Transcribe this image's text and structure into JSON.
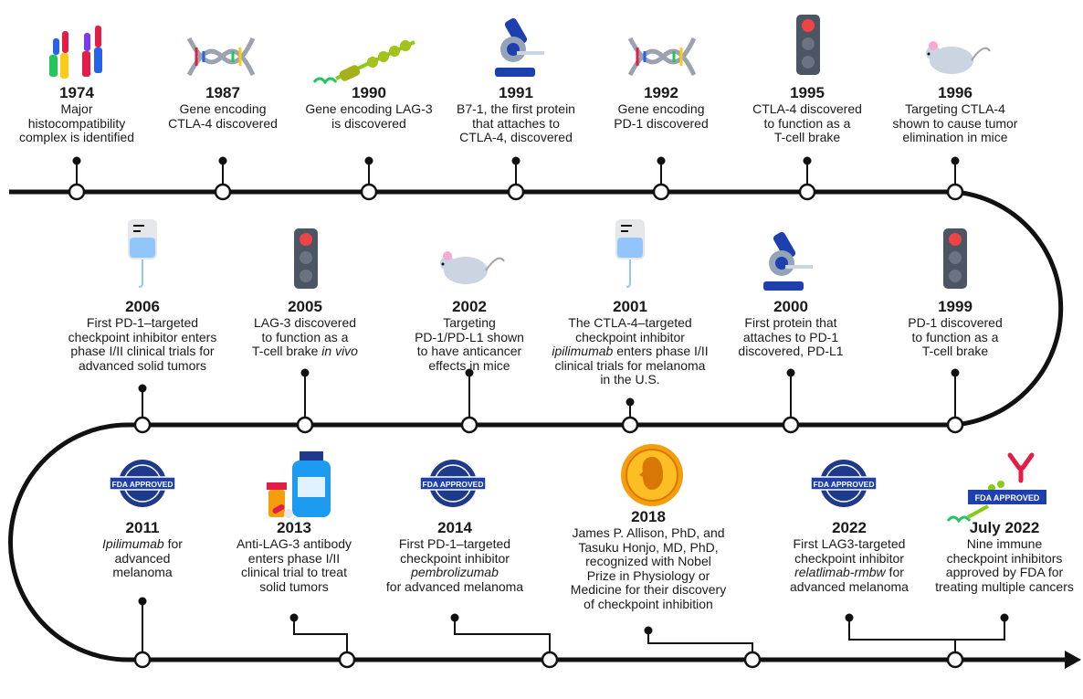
{
  "accent_color": "#e11d48",
  "line_color": "#111111",
  "seal_label": "FDA APPROVED",
  "events": [
    {
      "year": "1974",
      "desc": [
        "Major",
        "histocompatibility",
        "complex is identified"
      ],
      "icon": "antibody-icon"
    },
    {
      "year": "1987",
      "desc": [
        "Gene encoding",
        "CTLA-4 discovered"
      ],
      "icon": "dna-icon"
    },
    {
      "year": "1990",
      "desc": [
        "Gene encoding LAG-3",
        "is discovered"
      ],
      "icon": "protein-chain-icon"
    },
    {
      "year": "1991",
      "desc": [
        "B7-1, the first protein",
        "that attaches to",
        "CTLA-4, discovered"
      ],
      "icon": "microscope-icon"
    },
    {
      "year": "1992",
      "desc": [
        "Gene encoding",
        "PD-1 discovered"
      ],
      "icon": "dna-icon"
    },
    {
      "year": "1995",
      "desc": [
        "CTLA-4 discovered",
        "to function as a",
        "T-cell brake"
      ],
      "icon": "traffic-light-icon"
    },
    {
      "year": "1996",
      "desc": [
        "Targeting CTLA-4",
        "shown to cause tumor",
        "elimination in mice"
      ],
      "icon": "mouse-icon"
    },
    {
      "year": "2006",
      "desc": [
        "First PD-1–targeted",
        "checkpoint inhibitor enters",
        "phase I/II clinical trials for",
        "advanced solid tumors"
      ],
      "icon": "iv-bag-icon"
    },
    {
      "year": "2005",
      "desc": [
        "LAG-3 discovered",
        "to function as a",
        "T-cell brake in vivo"
      ],
      "icon": "traffic-light-icon"
    },
    {
      "year": "2002",
      "desc": [
        "Targeting",
        "PD-1/PD-L1 shown",
        "to have anticancer",
        "effects in mice"
      ],
      "icon": "mouse-icon"
    },
    {
      "year": "2001",
      "desc": [
        "The CTLA-4–targeted",
        "checkpoint inhibitor",
        "ipilimumab enters phase I/II",
        "clinical trials for melanoma",
        "in the U.S."
      ],
      "icon": "iv-bag-icon"
    },
    {
      "year": "2000",
      "desc": [
        "First protein that",
        "attaches to PD-1",
        "discovered, PD-L1"
      ],
      "icon": "microscope-icon"
    },
    {
      "year": "1999",
      "desc": [
        "PD-1 discovered",
        "to function as a",
        "T-cell brake"
      ],
      "icon": "traffic-light-icon"
    },
    {
      "year": "2011",
      "desc": [
        "Ipilimumab for",
        "advanced",
        "melanoma"
      ],
      "icon": "fda-seal-icon"
    },
    {
      "year": "2013",
      "desc": [
        "Anti-LAG-3 antibody",
        "enters phase I/II",
        "clinical trial to treat",
        "solid tumors"
      ],
      "icon": "medicine-bottles-icon"
    },
    {
      "year": "2014",
      "desc": [
        "First PD-1–targeted",
        "checkpoint inhibitor",
        "pembrolizumab",
        "for advanced melanoma"
      ],
      "icon": "fda-seal-icon"
    },
    {
      "year": "2018",
      "desc": [
        "James P. Allison, PhD, and",
        "Tasuku Honjo, MD, PhD,",
        "recognized with Nobel",
        "Prize in Physiology or",
        "Medicine for their discovery",
        "of checkpoint inhibition"
      ],
      "icon": "nobel-medal-icon"
    },
    {
      "year": "2022",
      "desc": [
        "First LAG3-targeted",
        "checkpoint inhibitor",
        "relatlimab-rmbw for",
        "advanced melanoma"
      ],
      "icon": "fda-seal-icon"
    },
    {
      "year": "July 2022",
      "desc": [
        "Nine immune",
        "checkpoint inhibitors",
        "approved by FDA for",
        "treating multiple cancers"
      ],
      "icon": "fda-banner-antibody-icon"
    }
  ]
}
